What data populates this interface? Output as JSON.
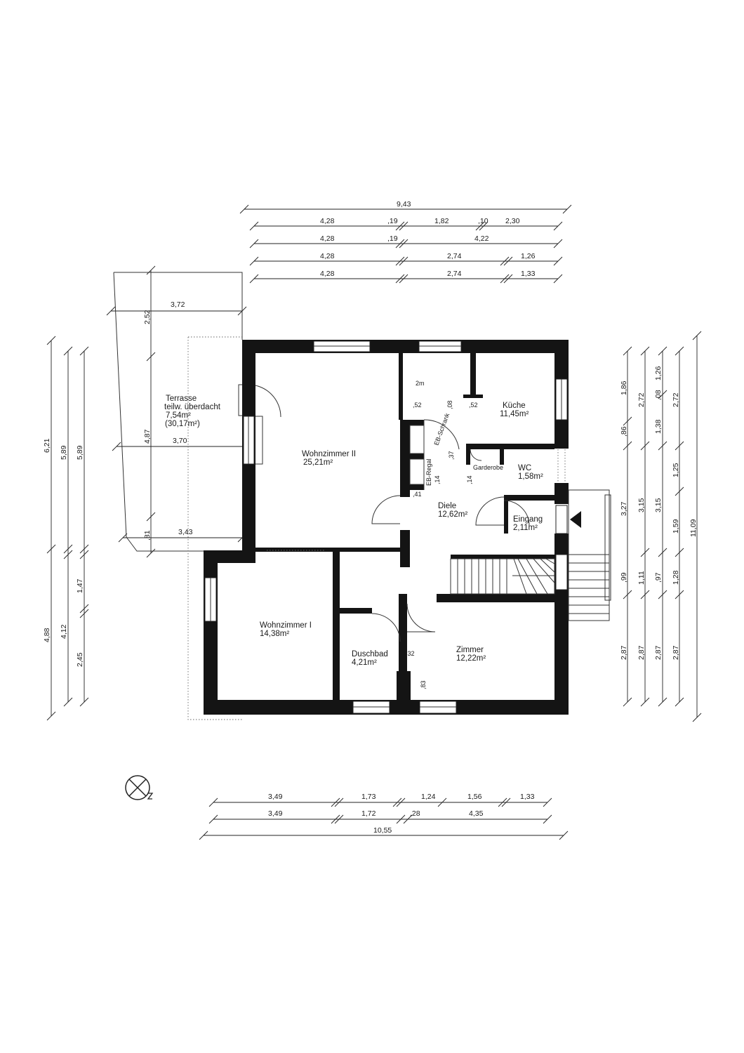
{
  "rooms": {
    "terrasse": [
      "Terrasse",
      "teilw. überdacht",
      "7,54m²",
      "(30,17m²)"
    ],
    "wohnzimmer2": [
      "Wohnzimmer II",
      "25,21m²"
    ],
    "kueche": [
      "Küche",
      "11,45m²"
    ],
    "wc": [
      "WC",
      "1,58m²"
    ],
    "garderobe": "Garderobe",
    "diele": [
      "Diele",
      "12,62m²"
    ],
    "eingang": [
      "Eingang",
      "2,11m²"
    ],
    "wohnzimmer1": [
      "Wohnzimmer I",
      "14,38m²"
    ],
    "duschbad": [
      "Duschbad",
      "4,21m²"
    ],
    "zimmer": [
      "Zimmer",
      "12,22m²"
    ]
  },
  "labels": {
    "eb_regal": "EB-Regal",
    "eb_schrank": "EB-Schrank",
    "m2": "2m"
  },
  "dims": {
    "top": [
      "9,43",
      "4,28",
      ",19",
      "1,82",
      ",10",
      "2,30",
      "4,28",
      ",19",
      "4,22",
      "4,28",
      "2,74",
      "1,26",
      "4,28",
      "2,74",
      "1,33"
    ],
    "terrace": [
      "3,72",
      "2,52",
      "4,87",
      "3,70",
      ",81",
      "3,43"
    ],
    "left": [
      "6,21",
      "5,89",
      "5,89",
      "4,88",
      "4,12",
      "1,47",
      "2,45"
    ],
    "right": [
      "1,86",
      "2,72",
      ",08",
      "1,26",
      "2,72",
      ",86",
      "1,38",
      "1,25",
      "3,27",
      "3,15",
      "3,15",
      "1,59",
      "11,09",
      ",99",
      "1,11",
      ",97",
      "1,28",
      "2,87",
      "2,87",
      "2,87",
      "2,87"
    ],
    "inner": [
      ",52",
      ",08",
      ",52",
      ",37",
      ",14",
      ",14",
      ",41",
      ",32",
      ",83"
    ],
    "bottom": [
      "3,49",
      "1,73",
      "1,24",
      "1,56",
      "1,33",
      "3,49",
      "1,72",
      ",28",
      "4,35",
      "10,55"
    ]
  },
  "icons": {
    "north": "north-arrow-icon",
    "entrance": "entrance-arrow-icon"
  }
}
